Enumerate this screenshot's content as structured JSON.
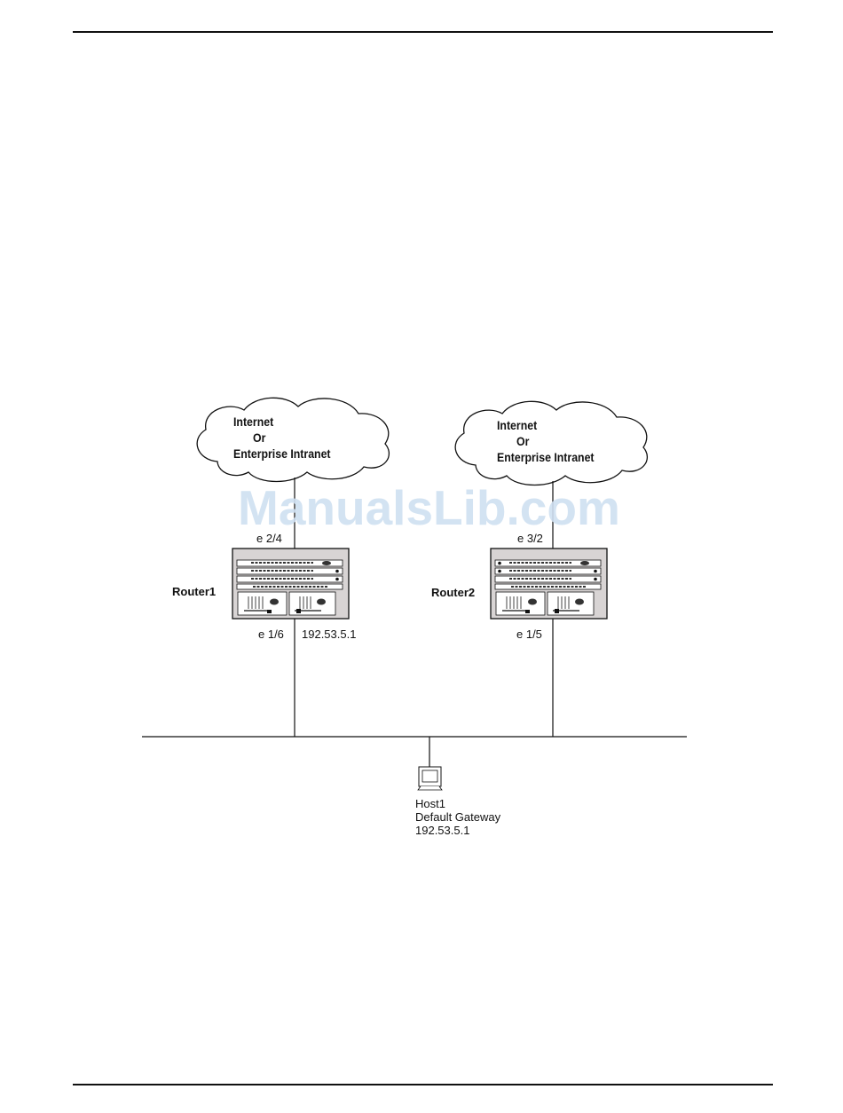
{
  "clouds": [
    {
      "line1": "Internet",
      "line2": "Or",
      "line3": "Enterprise Intranet"
    },
    {
      "line1": "Internet",
      "line2": "Or",
      "line3": "Enterprise Intranet"
    }
  ],
  "routers": [
    {
      "name": "Router1",
      "uplink_port": "e 2/4",
      "lan_port": "e 1/6",
      "lan_ip": "192.53.5.1"
    },
    {
      "name": "Router2",
      "uplink_port": "e 3/2",
      "lan_port": "e 1/5"
    }
  ],
  "host": {
    "name": "Host1",
    "gateway_label": "Default Gateway",
    "gateway_ip": "192.53.5.1"
  },
  "watermark": "ManualsLib.com",
  "colors": {
    "line": "#111111",
    "chassis": "#d8d4d4",
    "watermark": "#cfe0f1"
  }
}
